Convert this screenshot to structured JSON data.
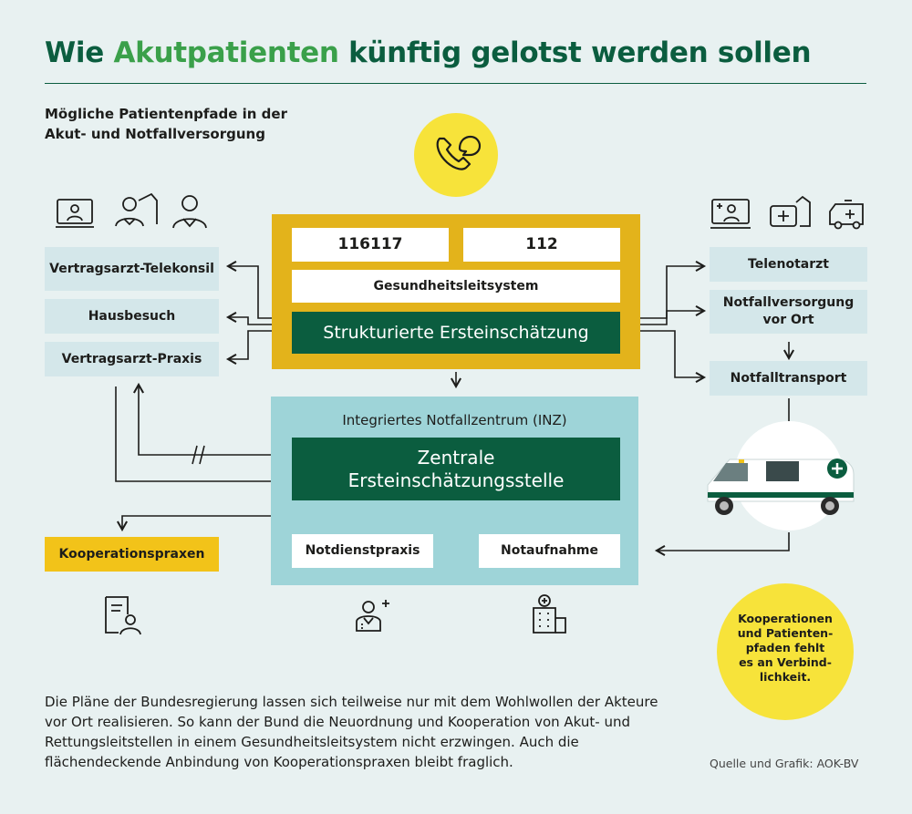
{
  "title": {
    "part1": "Wie ",
    "highlight": "Akutpatienten",
    "part2": " künftig gelotst werden sollen"
  },
  "subtitle": {
    "line1": "Mögliche Patientenpfade in der",
    "line2": "Akut- und Notfallversorgung"
  },
  "left_boxes": [
    "Vertragsarzt-Telekonsil",
    "Hausbesuch",
    "Vertragsarzt-Praxis"
  ],
  "right_boxes": [
    "Telenotarzt",
    "Notfallversorgung vor Ort",
    "Notfalltransport"
  ],
  "center": {
    "number_1": "116117",
    "number_2": "112",
    "system": "Gesundheitsleitsystem",
    "assessment": "Strukturierte Ersteinschätzung"
  },
  "inz": {
    "title": "Integriertes Notfallzentrum (INZ)",
    "central_line1": "Zentrale",
    "central_line2": "Ersteinschätzungsstelle",
    "practice": "Notdienstpraxis",
    "emergency": "Notaufnahme"
  },
  "cooperation": "Kooperationspraxen",
  "note": {
    "l1": "Kooperationen",
    "l2": "und Patienten-",
    "l3": "pfaden fehlt",
    "l4": "es an Verbind-",
    "l5": "lichkeit."
  },
  "footer": "Die Pläne der Bundesregierung lassen sich teilweise nur mit dem Wohlwollen der Akteure vor Ort realisieren. So kann der Bund die Neuordnung und Kooperation von Akut- und Rettungsleitstellen in einem Gesundheitsleitsystem nicht erzwingen. Auch die flächendeckende Anbindung von Kooperationspraxen bleibt fraglich.",
  "source": "Quelle und Grafik: AOK-BV",
  "icons": [
    "phone-icon",
    "telemedicine-icon",
    "home-visit-icon",
    "doctor-icon",
    "telemedicine-doctor-icon",
    "medical-home-icon",
    "ambulance-small-icon",
    "ambulance-icon",
    "document-doctor-icon",
    "doctor-plus-icon",
    "hospital-icon"
  ],
  "colors": {
    "dark_green": "#0b5d3f",
    "accent_green": "#3aa04a",
    "yellow": "#f2c319",
    "cyan": "#9ed4d8",
    "light_box": "#d4e7ea",
    "background": "#e8f1f1"
  }
}
